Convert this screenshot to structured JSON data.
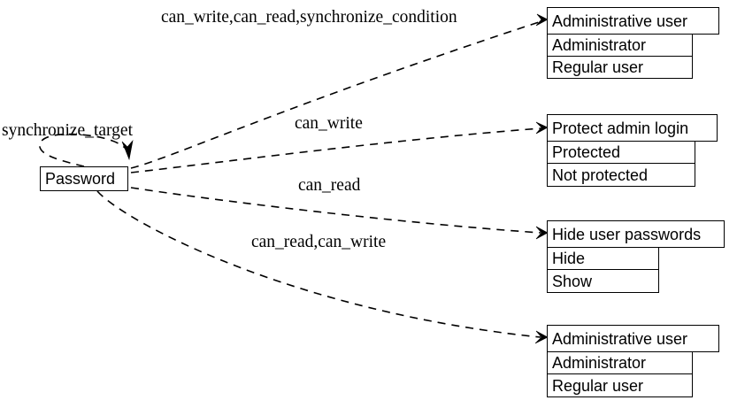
{
  "diagram": {
    "type": "directed-graph",
    "source_node": {
      "label": "Password"
    },
    "self_edge": {
      "label": "synchronize_target"
    },
    "edges": [
      {
        "label": "can_write,can_read,synchronize_condition",
        "from": "Password",
        "to": "Administrative user"
      },
      {
        "label": "can_write",
        "from": "Password",
        "to": "Protect admin login"
      },
      {
        "label": "can_read",
        "from": "Password",
        "to": "Hide user passwords"
      },
      {
        "label": "can_read,can_write",
        "from": "Password",
        "to": "Administrative user"
      }
    ],
    "records": [
      {
        "title": "Administrative user",
        "options": [
          "Administrator",
          "Regular user"
        ]
      },
      {
        "title": "Protect admin login",
        "options": [
          "Protected",
          "Not protected"
        ]
      },
      {
        "title": "Hide user passwords",
        "options": [
          "Hide",
          "Show"
        ]
      },
      {
        "title": "Administrative user",
        "options": [
          "Administrator",
          "Regular user"
        ]
      }
    ],
    "colors": {
      "stroke": "#000000",
      "fill": "#ffffff",
      "text": "#000000"
    }
  }
}
